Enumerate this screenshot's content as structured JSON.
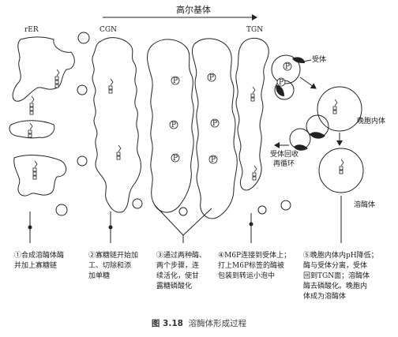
{
  "labels": {
    "golgi": "高尔基体",
    "rer": "rER",
    "cgn": "CGN",
    "tgn": "TGN",
    "receptor": "受体",
    "late_endosome": "晚胞内体",
    "receptor_recycle": "受体回收\n再循环",
    "lysosome": "溶酶体",
    "p": "P"
  },
  "steps": [
    "①合成溶酶体酶\n并加上寡糖链",
    "②寡糖链开始加\n工、切除和添\n加单糖",
    "③通过两种酶、\n两个步骤，连\n续活化，使甘\n露糖磷酸化",
    "④M6P连接到受体上；\n打上M6P标签的酶被\n包装到转运小泡中",
    "⑤晚胞内体内pH降低；\n酶与受体分离，受体\n回到TGN面；溶酶体\n酶去磷酸化。晚胞内\n体成为溶酶体"
  ],
  "caption": {
    "number": "图 3.18",
    "title": "溶酶体形成过程"
  }
}
